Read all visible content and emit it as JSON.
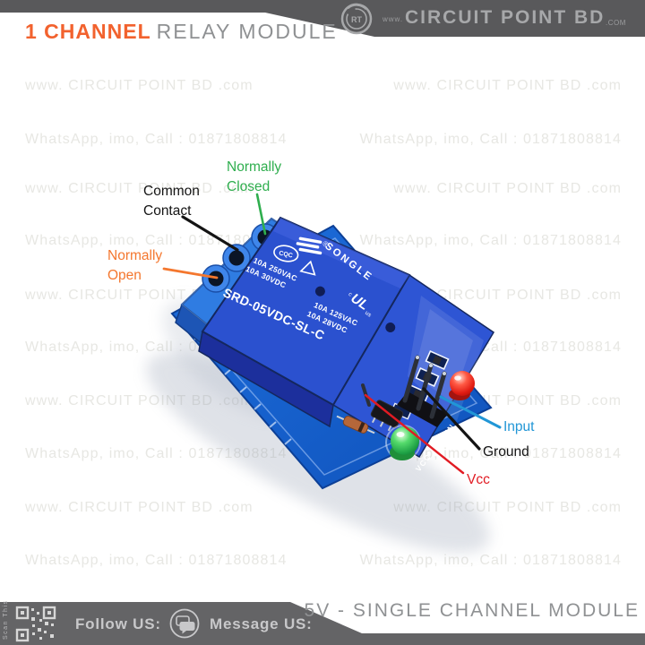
{
  "header": {
    "title_highlight": "1 CHANNEL",
    "title_rest": "RELAY MODULE",
    "brand": {
      "prefix": "www.",
      "name": "CIRCUIT POINT BD",
      "suffix": ".COM",
      "monogram": "RT"
    }
  },
  "watermarks": {
    "site": "www. CIRCUIT POINT BD .com",
    "contact": "WhatsApp, imo, Call : 01871808814"
  },
  "module": {
    "relay": {
      "registered": "®",
      "brand": "SONGLE",
      "cert": "CQC",
      "ratings": [
        "10A 250VAC",
        "10A 30VDC",
        "10A 125VAC",
        "10A 28VDC"
      ],
      "model": "SRD-05VDC-SL-C",
      "ul_c": "c",
      "ul": "UL",
      "ul_us": "us"
    },
    "silkscreen": "VCC GND IN"
  },
  "annotations": {
    "normally_closed": {
      "line1": "Normally",
      "line2": "Closed",
      "color": "#2FAE4E"
    },
    "common_contact": {
      "line1": "Common",
      "line2": "Contact",
      "color": "#141414"
    },
    "normally_open": {
      "line1": "Normally",
      "line2": "Open",
      "color": "#F4772E"
    },
    "input": {
      "label": "Input",
      "color": "#2196D6"
    },
    "ground": {
      "label": "Ground",
      "color": "#141414"
    },
    "vcc": {
      "label": "Vcc",
      "color": "#E11B23"
    }
  },
  "footer": {
    "scan_label": "Scan This",
    "follow_label": "Follow US:",
    "message_label": "Message US:",
    "product_name": "5V - SINGLE CHANNEL MODULE"
  },
  "colors": {
    "accent_orange": "#F2622E",
    "band_gray": "#59595B",
    "footer_gray": "#646466",
    "muted_text": "#8F9193",
    "watermark": "#E7E7E3",
    "pcb_blue": "#1B6BDB",
    "relay_blue": "#2B51CF"
  }
}
